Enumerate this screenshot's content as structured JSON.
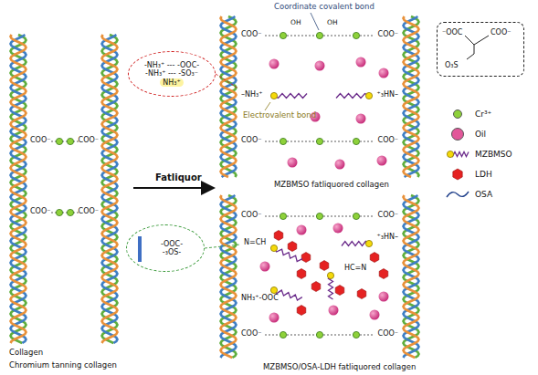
{
  "diagram": {
    "nodes": [
      {
        "text": [
          "-NH₃⁺ --- -OOC-",
          "-NH₃⁺ --- -SO₃⁻",
          "NH₃⁺"
        ]
      },
      {
        "text": [
          "-OOC-",
          "-₃OS-"
        ]
      },
      {
        "text": [
          "⁻OOC",
          "COO⁻",
          "O₃S"
        ]
      }
    ],
    "labels": [
      "Coordinate covalent bond",
      "Electrovalent bond",
      "Fatliquor",
      "MZBMSO fatliquored collagen",
      "MZBMSO/OSA-LDH fatliquored collagen",
      "Collagen",
      "Chromium tanning collagen",
      "COO⁻",
      "COO⁻",
      "COO⁻",
      "COO⁻",
      "COO⁻",
      "COO⁻",
      "OH",
      "OH",
      "–NH₃⁺",
      "⁺₃HN–",
      "COO⁻",
      "COO⁻",
      "COO⁻",
      "COO⁻",
      "N=CH",
      "NH₃⁺-OOC",
      "HC=N",
      "⁺₃HN–",
      "COO⁻",
      "COO⁻"
    ],
    "legend": [
      {
        "text": "Cr³⁺",
        "color": "#8ed13a"
      },
      {
        "text": "Oil",
        "color": "#e2589a"
      },
      {
        "text": "MZBMSO"
      },
      {
        "text": "LDH"
      },
      {
        "text": "OSA"
      }
    ]
  }
}
